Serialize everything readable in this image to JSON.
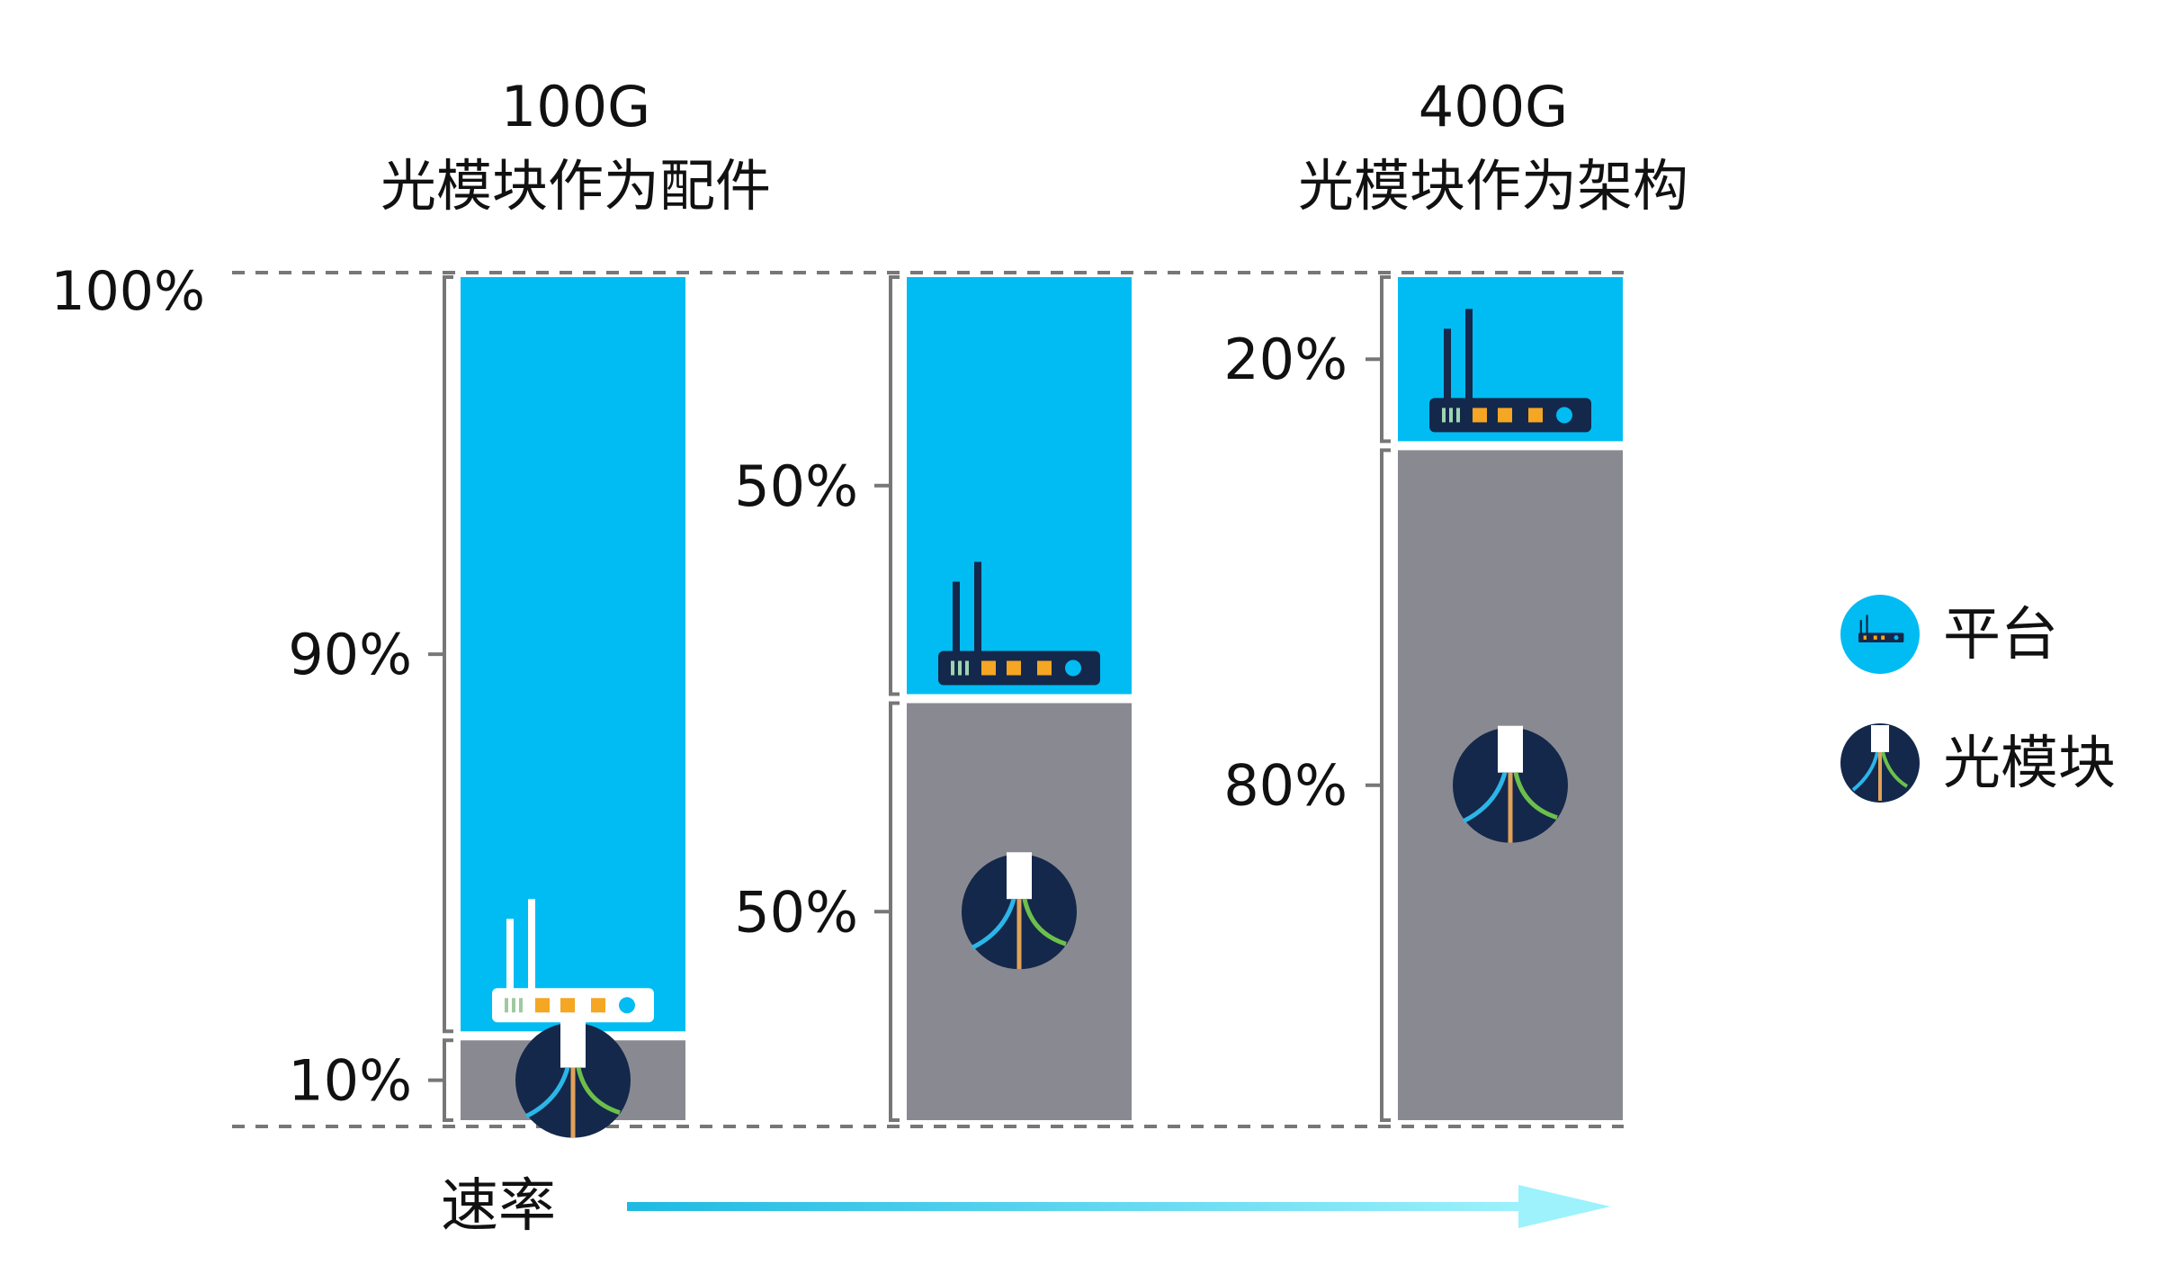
{
  "headings": [
    {
      "line1": "100G",
      "line2": "光模块作为配件"
    },
    {
      "line1": "400G",
      "line2": "光模块作为架构"
    }
  ],
  "top_label": "100%",
  "axis_label": "速率",
  "chart_data": {
    "type": "bar",
    "stacked": true,
    "categories": [
      "",
      "",
      ""
    ],
    "ylim": [
      0,
      100
    ],
    "grid": false,
    "legend_position": "right",
    "series": [
      {
        "name": "光模块",
        "values": [
          10,
          50,
          80
        ],
        "labels": [
          "10%",
          "50%",
          "80%"
        ],
        "color": "#898a91",
        "icon": "optical-module-icon"
      },
      {
        "name": "平台",
        "values": [
          90,
          50,
          20
        ],
        "labels": [
          "90%",
          "50%",
          "20%"
        ],
        "color": "#00bcf2",
        "icon": "router-icon"
      }
    ]
  },
  "colors": {
    "platform": "#00bcf2",
    "module": "#898a91",
    "navy": "#14284b",
    "arrow_start": "#1ebae2",
    "arrow_end": "#9df2fc"
  }
}
